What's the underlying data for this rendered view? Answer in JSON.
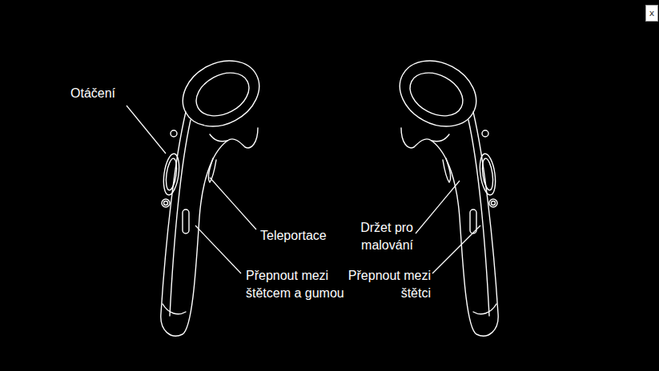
{
  "diagram": {
    "labels": [
      "Otáčení",
      "Teleportace",
      "Přepnout mezi štětcem a gumou",
      "Držet pro malování",
      "Přepnout mezi štětci",
      "x"
    ]
  }
}
